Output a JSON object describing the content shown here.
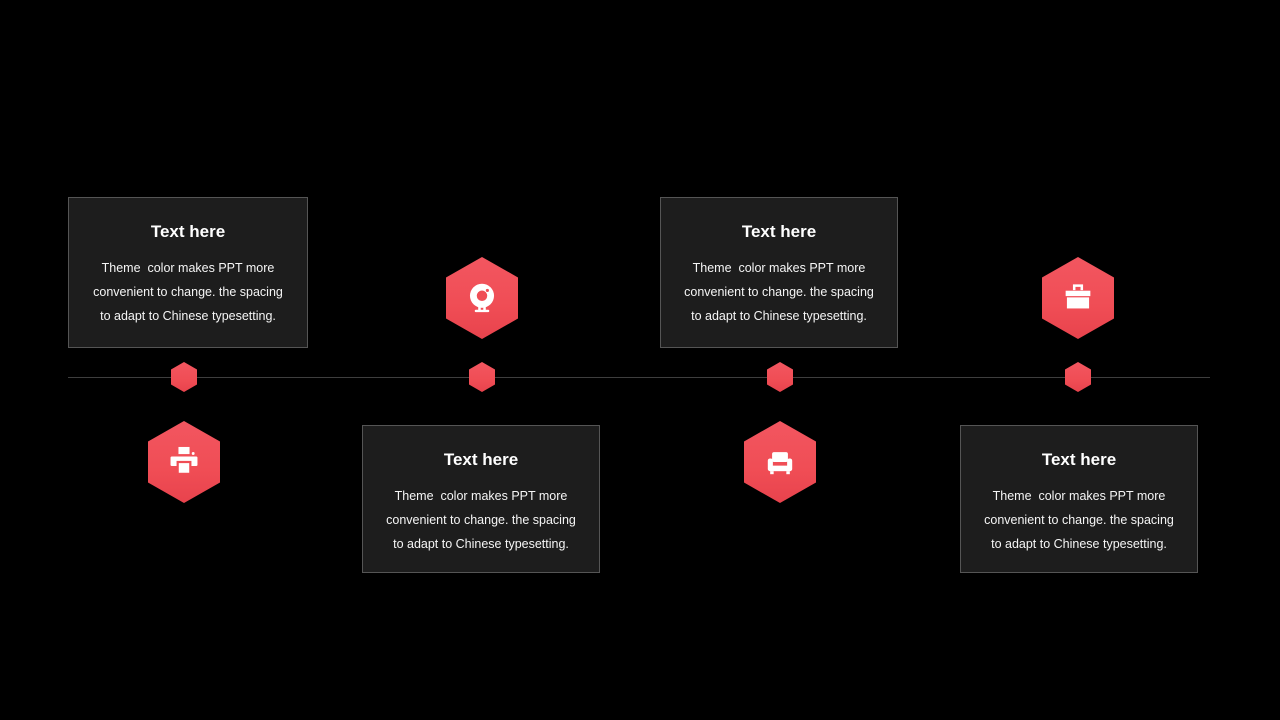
{
  "slide": {
    "background": "#000000",
    "accent_color": "#f04d55",
    "card_background": "#1d1d1d",
    "card_border_color": "#555555",
    "timeline_line_color": "#3e3e3e",
    "text_color": "#f5f5f5"
  },
  "items": [
    {
      "title": "Text here",
      "body": "Theme  color makes PPT more convenient to change. the spacing to adapt to Chinese typesetting.",
      "icon": "printer-icon",
      "card_position": "above-line"
    },
    {
      "title": "Text here",
      "body": "Theme  color makes PPT more convenient to change. the spacing to adapt to Chinese typesetting.",
      "icon": "webcam-icon",
      "card_position": "below-line"
    },
    {
      "title": "Text here",
      "body": "Theme  color makes PPT more convenient to change. the spacing to adapt to Chinese typesetting.",
      "icon": "armchair-icon",
      "card_position": "above-line"
    },
    {
      "title": "Text here",
      "body": "Theme  color makes PPT more convenient to change. the spacing to adapt to Chinese typesetting.",
      "icon": "briefcase-icon",
      "card_position": "below-line"
    }
  ]
}
